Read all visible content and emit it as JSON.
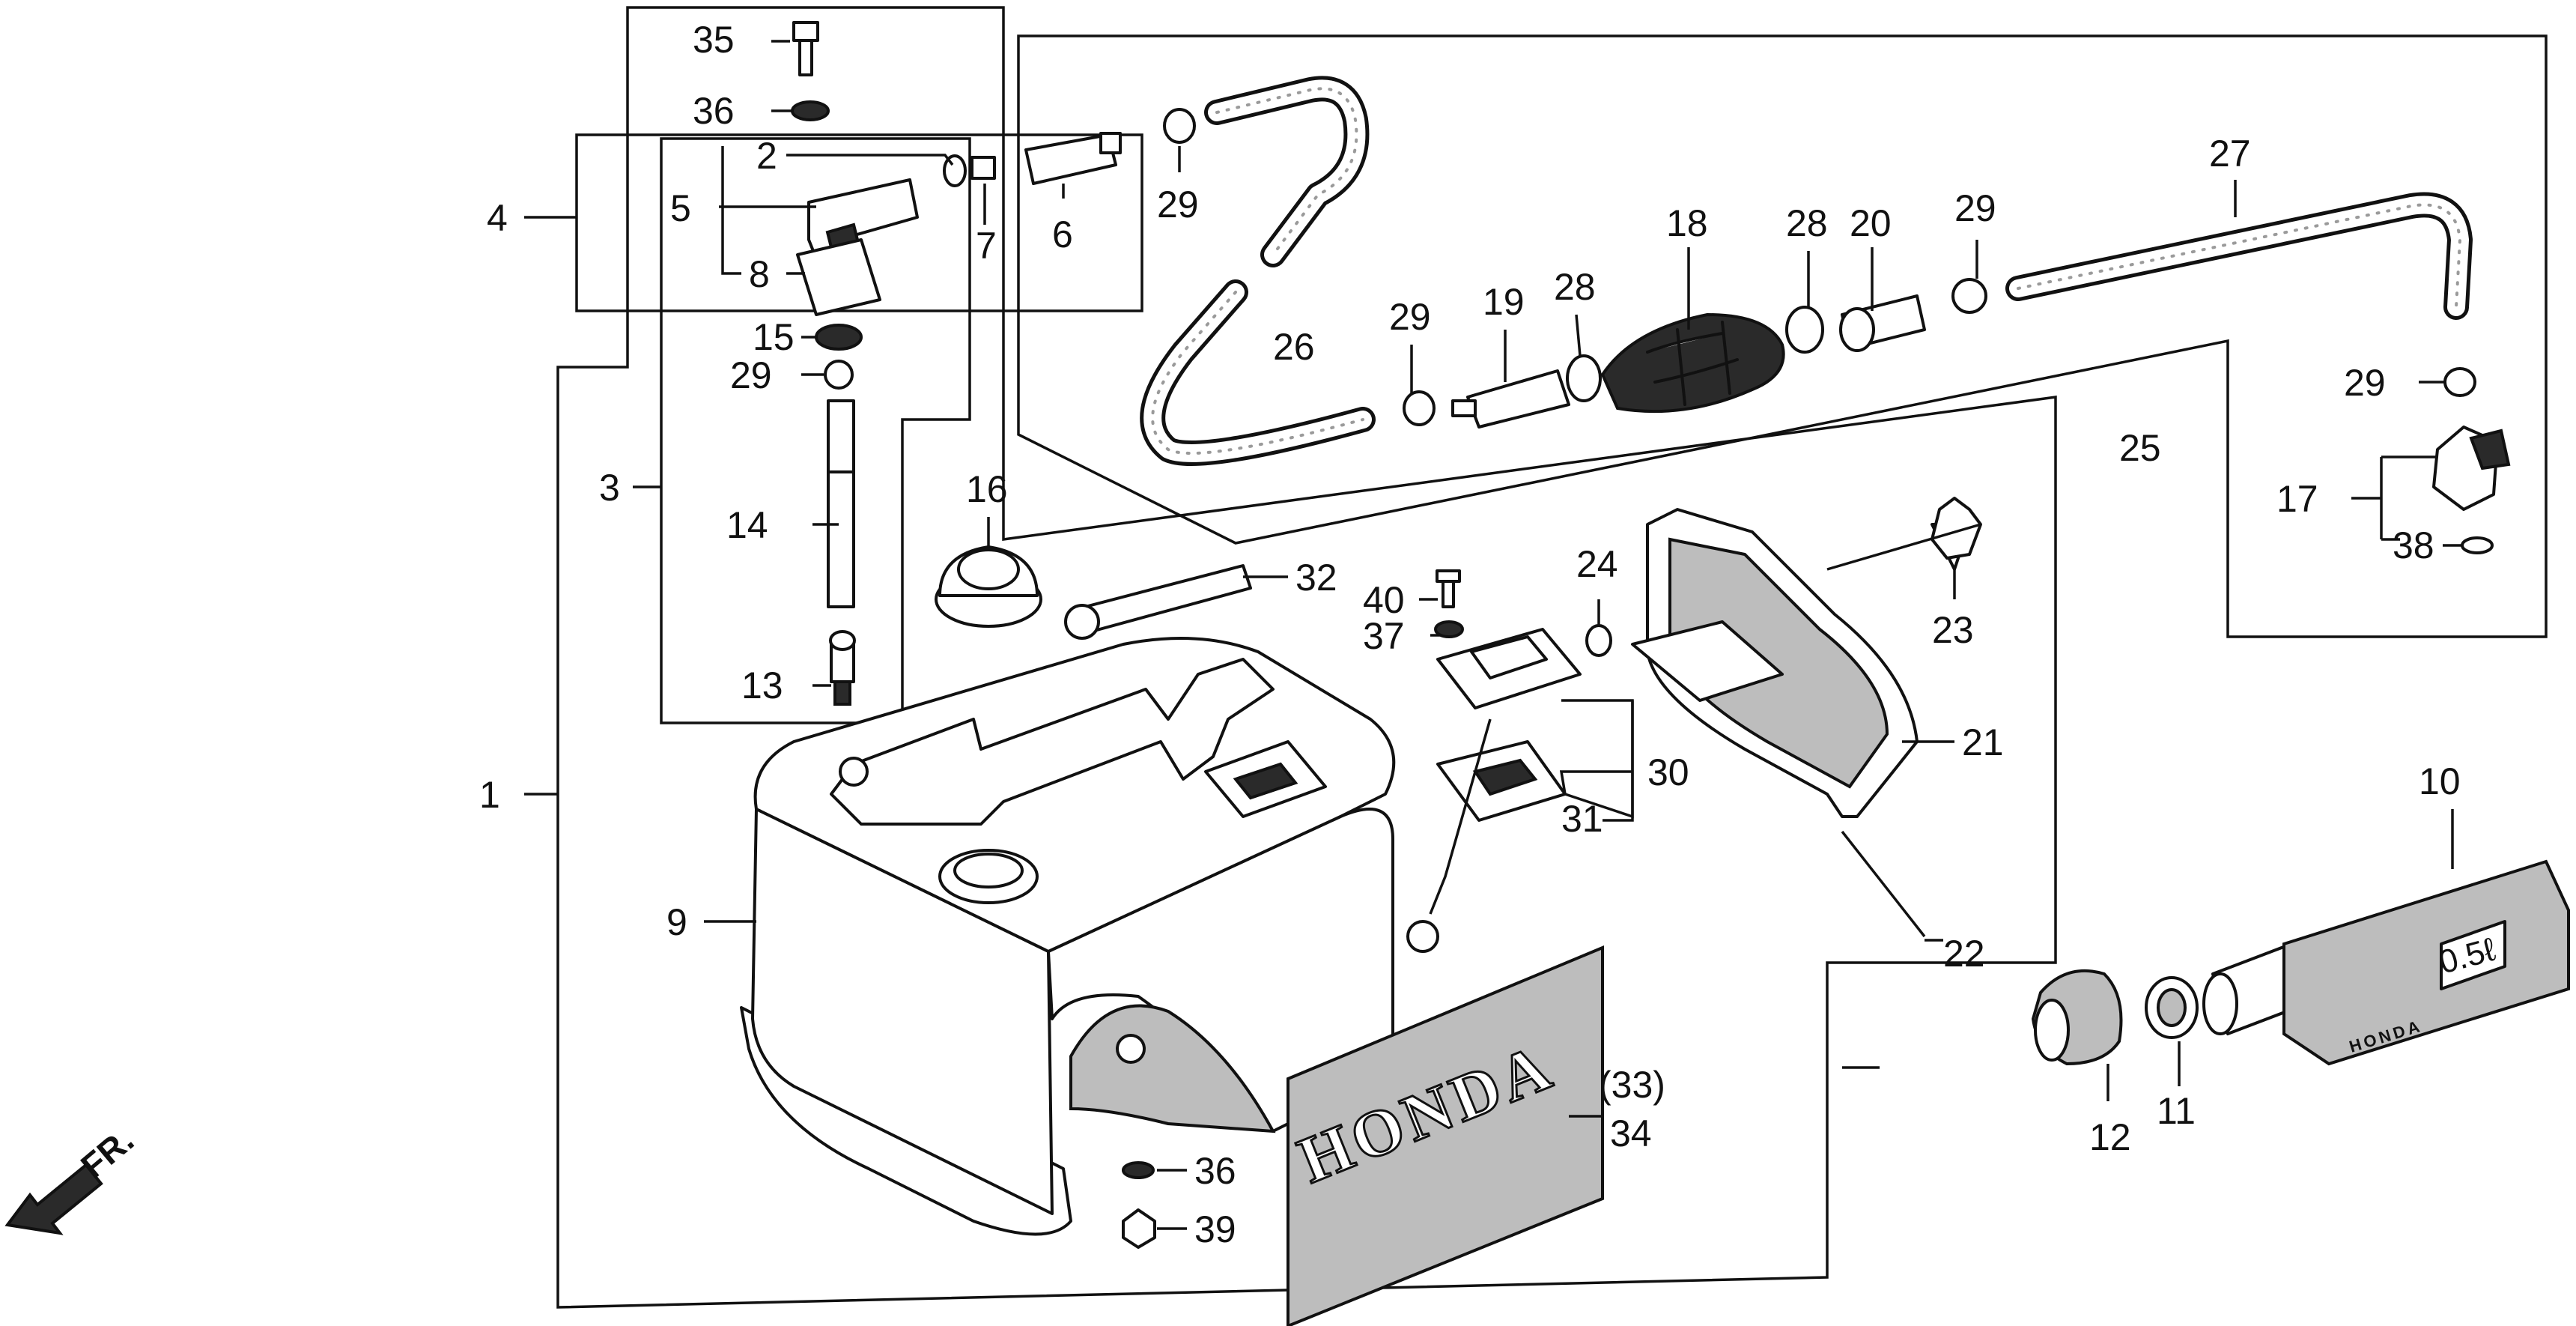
{
  "diagram": {
    "direction_label": "FR.",
    "logo_text": "HONDA",
    "gauge_text": "0.5ℓ",
    "gauge_brand": "HONDA",
    "callouts": {
      "c1": "1",
      "c2": "2",
      "c3": "3",
      "c4": "4",
      "c5": "5",
      "c6": "6",
      "c7": "7",
      "c8": "8",
      "c9": "9",
      "c10": "10",
      "c11": "11",
      "c12": "12",
      "c13": "13",
      "c14": "14",
      "c15": "15",
      "c16": "16",
      "c17": "17",
      "c18": "18",
      "c19": "19",
      "c20": "20",
      "c21": "21",
      "c22": "22",
      "c23": "23",
      "c24": "24",
      "c25": "25",
      "c26": "26",
      "c27": "27",
      "c28a": "28",
      "c28b": "28",
      "c29a": "29",
      "c29b": "29",
      "c29c": "29",
      "c29d": "29",
      "c29e": "29",
      "c30": "30",
      "c31": "31",
      "c32": "32",
      "c33": "(33)",
      "c34": "34",
      "c35": "35",
      "c36a": "36",
      "c36b": "36",
      "c37": "37",
      "c38": "38",
      "c39": "39",
      "c40": "40"
    }
  }
}
